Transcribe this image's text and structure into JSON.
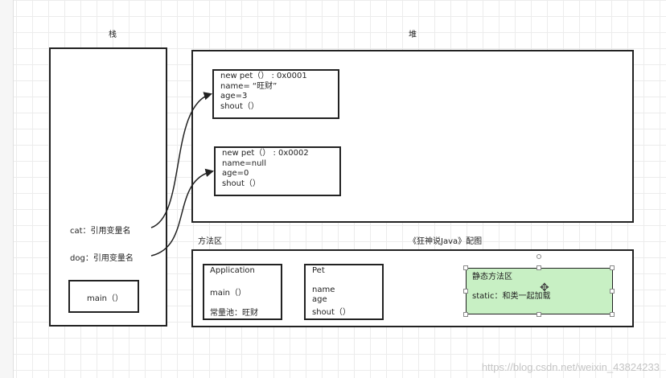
{
  "titles": {
    "stack": "栈",
    "heap": "堆",
    "method_area": "方法区",
    "figure_caption": "《狂神说Java》配图"
  },
  "stack": {
    "cat_label": "cat：引用变量名",
    "dog_label": "dog：引用变量名",
    "main_label": "main（）"
  },
  "heap": {
    "objects": [
      {
        "lines": [
          "new pet（）    :   0x0001",
          "name= “旺财”",
          "age=3",
          "shout（）"
        ]
      },
      {
        "lines": [
          "new pet（）    :   0x0002",
          "name=null",
          "age=0",
          "shout（）"
        ]
      }
    ]
  },
  "method_area": {
    "application": {
      "title": "Application",
      "method": "main（）",
      "constant_pool": "常量池：旺财"
    },
    "pet": {
      "title": "Pet",
      "fields": [
        "name",
        "age",
        "shout（）"
      ]
    },
    "static_area": {
      "title": "静态方法区",
      "text": "static：和类一起加载",
      "fill": "#c8f0c4"
    }
  },
  "watermark": "https://blog.csdn.net/weixin_43824233"
}
